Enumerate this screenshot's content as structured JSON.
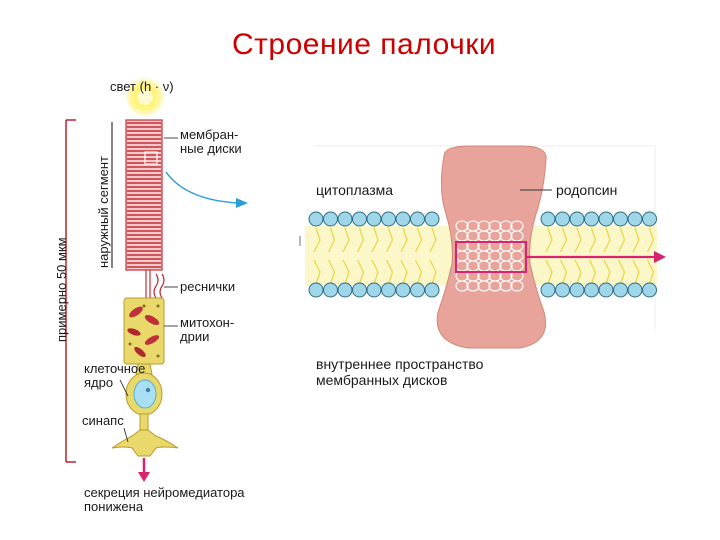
{
  "title": "Строение палочки",
  "rod_labels": {
    "light": "свет (h · ν)",
    "membrane_discs_line1": "мембран-",
    "membrane_discs_line2": "ные диски",
    "outer_segment": "наружный сегмент",
    "approx_size": "примерно 50 мкм",
    "cilia": "реснички",
    "mitochondria_line1": "митохон-",
    "mitochondria_line2": "дрии",
    "nucleus_line1": "клеточное",
    "nucleus_line2": "ядро",
    "synapse": "синапс",
    "secretion_line1": "секреция нейромедиатора",
    "secretion_line2": "понижена"
  },
  "membrane_labels": {
    "cytoplasm": "цитоплазма",
    "rhodopsin": "родопсин",
    "inner_space_line1": "внутреннее пространство",
    "inner_space_line2": "мембранных дисков"
  },
  "colors": {
    "title": "#cc0000",
    "disc_red": "#c0303a",
    "rhodopsin": "#e8a49a",
    "lipid_head": "#9fd7e8",
    "lipid_tail": "#e6d84a",
    "arrow_blue": "#2a9fd6",
    "arrow_magenta": "#d6246e",
    "cell_body": "#e8d96a"
  }
}
